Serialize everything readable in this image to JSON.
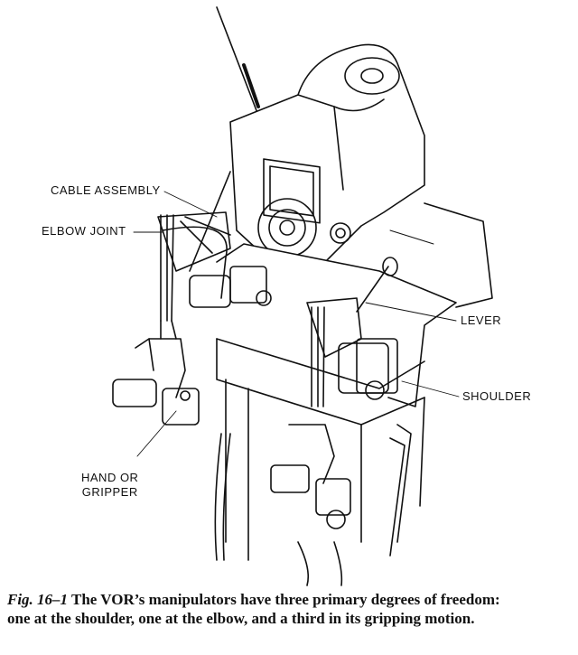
{
  "labels": {
    "cable_assembly": "CABLE ASSEMBLY",
    "elbow_joint": "ELBOW JOINT",
    "lever": "LEVER",
    "shoulder": "SHOULDER",
    "hand_line1": "HAND OR",
    "hand_line2": "GRIPPER"
  },
  "caption": {
    "figure_ref": "Fig. 16–1",
    "line1": "The VOR’s manipulators have three primary degrees of freedom:",
    "line2": "one at the shoulder, one at the elbow, and a third in its gripping motion."
  }
}
